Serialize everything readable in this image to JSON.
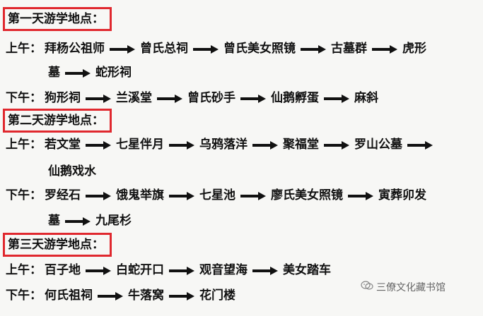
{
  "days": [
    {
      "title": "第一天游学地点：",
      "lines": [
        {
          "label": "上午：",
          "places": [
            "拜杨公祖师",
            "曾氏总祠",
            "曾氏美女照镜",
            "古墓群",
            "虎形"
          ],
          "trailing_arrow": false
        },
        {
          "label": "",
          "places": [
            "墓",
            "蛇形祠"
          ],
          "trailing_arrow": false
        },
        {
          "label": "下午：",
          "places": [
            "狗形祠",
            "兰溪堂",
            "曾氏砂手",
            "仙鹅孵蛋",
            "麻斜"
          ],
          "trailing_arrow": false
        }
      ]
    },
    {
      "title": "第二天游学地点：",
      "lines": [
        {
          "label": "上午：",
          "places": [
            "若文堂",
            "七星伴月",
            "乌鸦落洋",
            "聚福堂",
            "罗山公墓"
          ],
          "trailing_arrow": true
        },
        {
          "label": "",
          "places": [
            "仙鹅戏水"
          ],
          "trailing_arrow": false
        },
        {
          "label": "下午：",
          "places": [
            "罗经石",
            "饿鬼举旗",
            "七星池",
            "廖氏美女照镜",
            "寅葬卯发"
          ],
          "trailing_arrow": false
        },
        {
          "label": "",
          "places": [
            "墓",
            "九尾杉"
          ],
          "trailing_arrow": false
        }
      ]
    },
    {
      "title": "第三天游学地点：",
      "lines": [
        {
          "label": "上午：",
          "places": [
            "百子地",
            "白蛇开口",
            "观音望海",
            "美女踏车"
          ],
          "trailing_arrow": false
        },
        {
          "label": "下午：",
          "places": [
            "何氏祖祠",
            "牛落窝",
            "花门楼"
          ],
          "trailing_arrow": false
        }
      ]
    }
  ],
  "watermark": {
    "text": "三僚文化藏书馆",
    "icon": "wechat-icon"
  }
}
